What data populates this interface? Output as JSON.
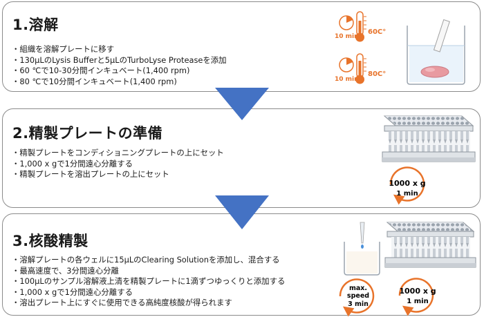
{
  "steps": [
    {
      "title": "1.溶解",
      "bullets": [
        "・組織を溶解プレートに移す",
        "・130μLのLysis Bufferと5μLのTurboLyse Proteaseを添加",
        "・60 ℃で10-30分間インキュベート(1,400 rpm)",
        "・80 ℃で10分間インキュベート(1,400 rpm)"
      ],
      "timer_1": {
        "time": "10 min",
        "temp": "60C°"
      },
      "timer_2": {
        "time": "10 min",
        "temp": "80C°"
      }
    },
    {
      "title": "2.精製プレートの準備",
      "bullets": [
        "・精製プレートをコンディショニングプレートの上にセット",
        "・1,000 x gで1分間遠心分離する",
        "・精製プレートを溶出プレートの上にセット"
      ],
      "centrifuge": {
        "speed": "1000 x g",
        "time": "1 min"
      }
    },
    {
      "title": "3.核酸精製",
      "bullets": [
        "・溶解プレートの各ウェルに15μLのClearing Solutionを添加し、混合する",
        "・最高速度で、3分間遠心分離",
        "・100μLのサンプル溶解液上清を精製プレートに1滴ずつゆっくりと添加する",
        "・1,000 x gで1分間遠心分離する",
        "・溶出プレート上にすぐに使用できる高純度核酸が得られます"
      ],
      "spin_max": {
        "line1": "max.",
        "line2": "speed",
        "time": "3 min"
      },
      "spin_1000": {
        "speed": "1000 x g",
        "time": "1 min"
      }
    }
  ],
  "colors": {
    "arrow": "#4472c4",
    "timer_orange": "#e8732a",
    "border": "#8a8a8a",
    "tissue": "#e89aa0"
  },
  "icons": [
    "thermometer-timer-icon",
    "beaker-tissue-icon",
    "filter-plate-icon",
    "centrifuge-icon",
    "pipette-icon"
  ]
}
